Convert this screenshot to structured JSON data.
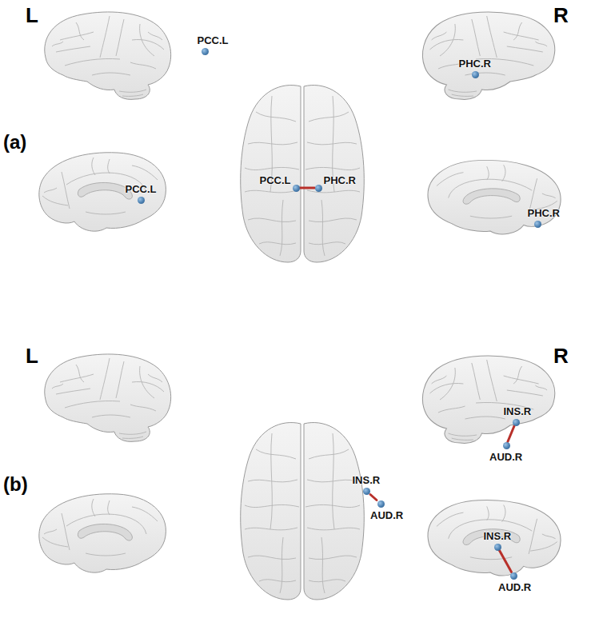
{
  "diagram": {
    "nodes": [
      {
        "text": [
          "PCC.L"
        ]
      },
      {
        "text": [
          "PHC.R"
        ]
      },
      {
        "text": [
          "PCC.L"
        ]
      },
      {
        "text": [
          "PHC.R"
        ]
      },
      {
        "text": [
          "PCC.L"
        ]
      },
      {
        "text": [
          "PHC.R"
        ]
      },
      {
        "text": [
          "INS.R"
        ]
      },
      {
        "text": [
          "AUD.R"
        ]
      },
      {
        "text": [
          "INS.R"
        ]
      },
      {
        "text": [
          "AUD.R"
        ]
      },
      {
        "text": [
          "INS.R"
        ]
      },
      {
        "text": [
          "AUD.R"
        ]
      }
    ],
    "edges": [
      {
        "from": 2,
        "to": 3,
        "arrow": "none"
      },
      {
        "from": 6,
        "to": 7,
        "arrow": "none"
      },
      {
        "from": 8,
        "to": 9,
        "arrow": "none"
      },
      {
        "from": 10,
        "to": 11,
        "arrow": "none"
      }
    ],
    "labels": [
      "L",
      "R",
      "(a)",
      "L",
      "R",
      "(b)"
    ]
  }
}
